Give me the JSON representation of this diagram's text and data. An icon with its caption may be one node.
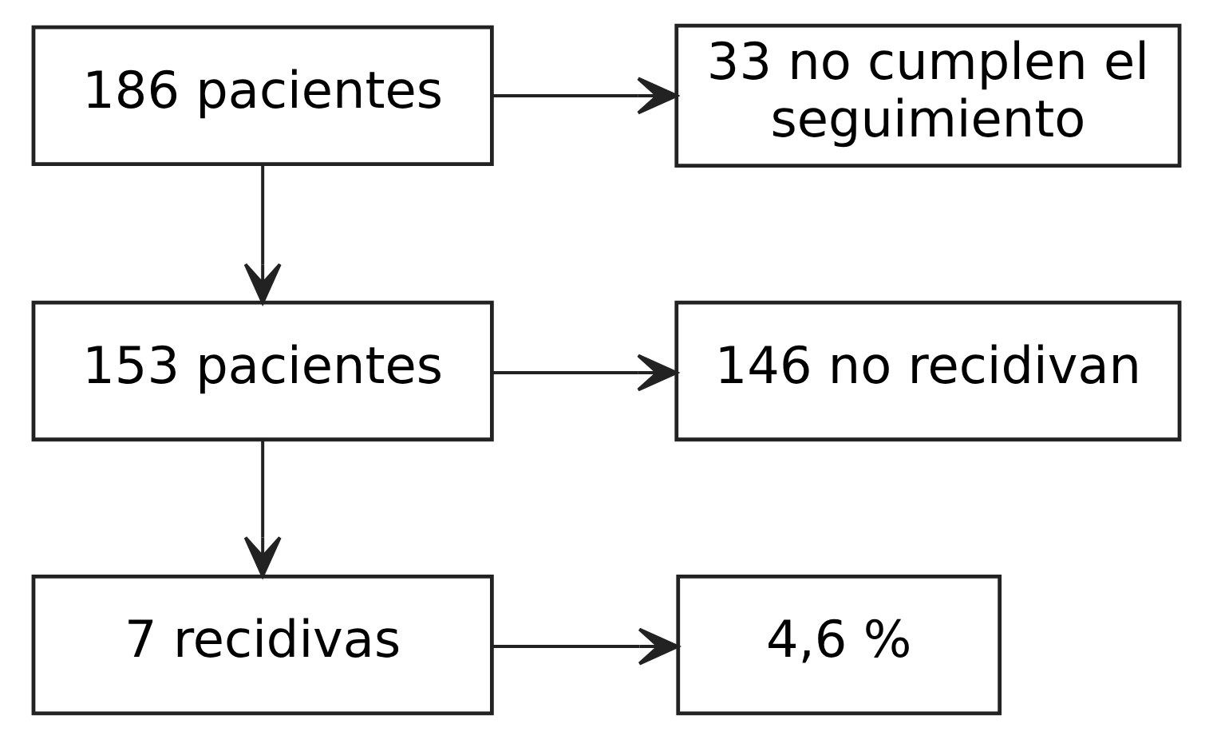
{
  "diagram": {
    "nodes": [
      {
        "text": [
          "186 pacientes"
        ]
      },
      {
        "text": [
          "33 no cumplen el seguimiento"
        ]
      },
      {
        "text": [
          "153 pacientes"
        ]
      },
      {
        "text": [
          "146 no recidivan"
        ]
      },
      {
        "text": [
          "7 recidivas"
        ]
      },
      {
        "text": [
          "4,6 %"
        ]
      }
    ],
    "edges": [
      {
        "from": 0,
        "to": 2,
        "arrow": "to"
      },
      {
        "from": 0,
        "to": 1,
        "arrow": "to"
      },
      {
        "from": 2,
        "to": 4,
        "arrow": "to"
      },
      {
        "from": 2,
        "to": 3,
        "arrow": "to"
      },
      {
        "from": 4,
        "to": 5,
        "arrow": "to"
      }
    ]
  }
}
